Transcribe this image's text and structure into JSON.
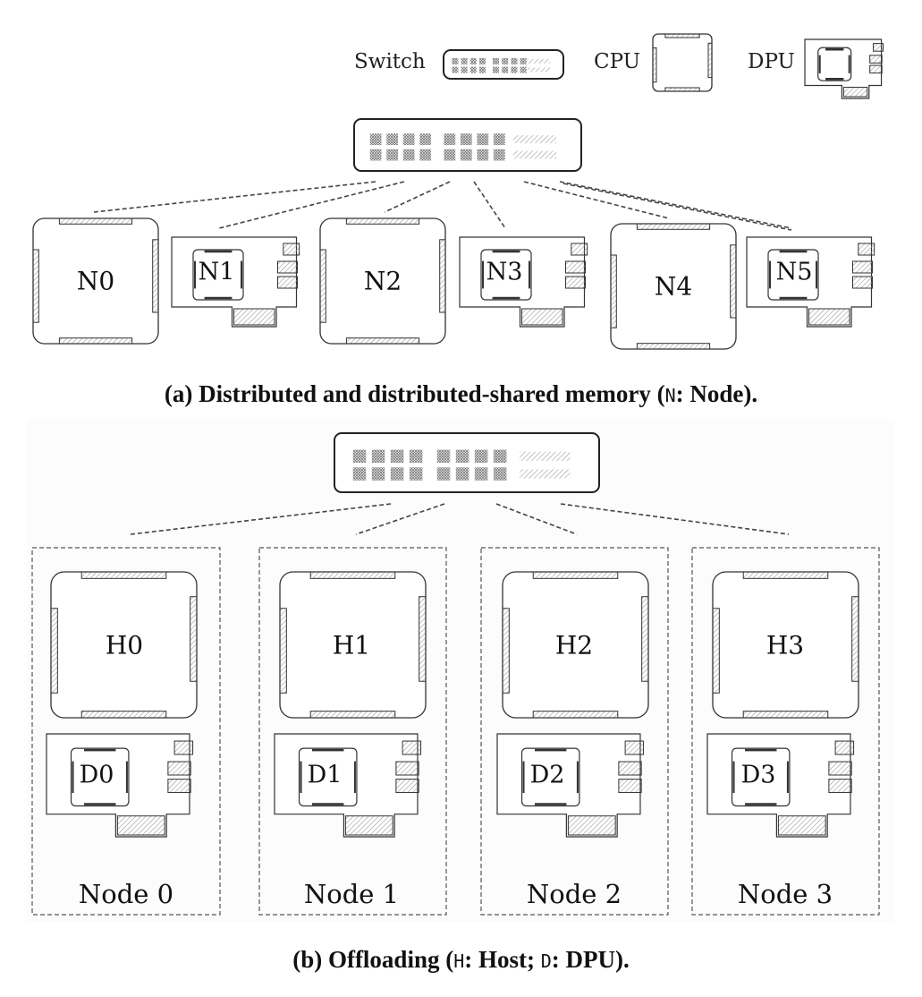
{
  "legend": {
    "switch_label": "Switch",
    "cpu_label": "CPU",
    "dpu_label": "DPU"
  },
  "panel_a": {
    "nodes": [
      {
        "id": "N0",
        "type": "cpu"
      },
      {
        "id": "N1",
        "type": "dpu"
      },
      {
        "id": "N2",
        "type": "cpu"
      },
      {
        "id": "N3",
        "type": "dpu"
      },
      {
        "id": "N4",
        "type": "cpu"
      },
      {
        "id": "N5",
        "type": "dpu"
      }
    ],
    "caption": {
      "prefix": "(a) Distributed and distributed-shared memory (",
      "abbr": "N",
      "suffix": ": Node)."
    }
  },
  "panel_b": {
    "nodes": [
      {
        "label": "Node 0",
        "host": "H0",
        "dpu": "D0"
      },
      {
        "label": "Node 1",
        "host": "H1",
        "dpu": "D1"
      },
      {
        "label": "Node 2",
        "host": "H2",
        "dpu": "D2"
      },
      {
        "label": "Node 3",
        "host": "H3",
        "dpu": "D3"
      }
    ],
    "caption": {
      "prefix": "(b) Offloading (",
      "abbr1": "H",
      "mid": ": Host; ",
      "abbr2": "D",
      "suffix": ": DPU)."
    }
  },
  "colors": {
    "stroke": "#333333",
    "hatch": "#888888",
    "dash": "#444444",
    "panel_b_bg": "#fcfcfc"
  }
}
